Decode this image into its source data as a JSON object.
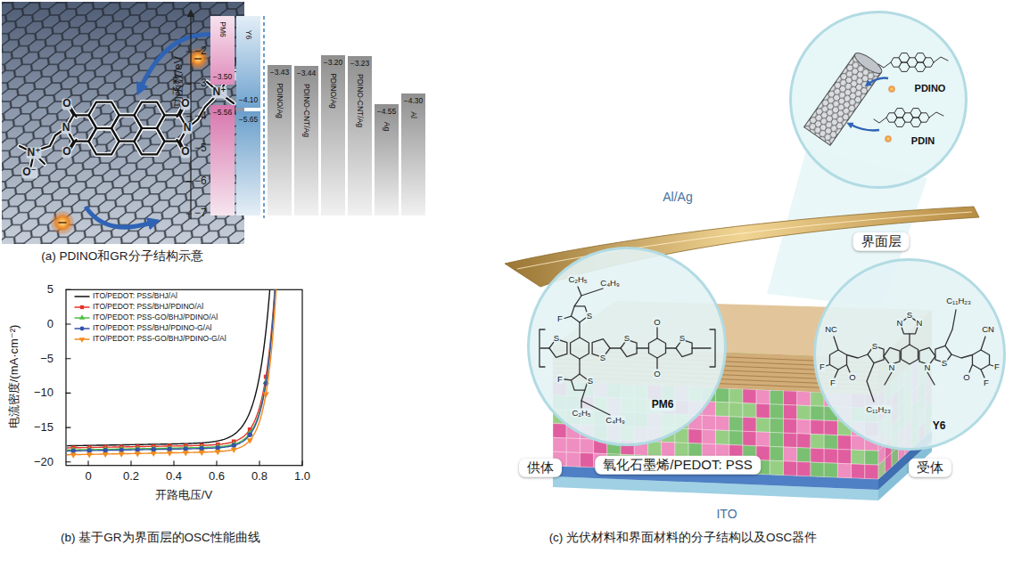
{
  "diagram": {
    "nodes": [
      {
        "text": [
          "PM6",
          "−3.50",
          "−5.56"
        ]
      },
      {
        "text": [
          "Y6",
          "−4.10",
          "−5.65"
        ]
      },
      {
        "text": [
          "PDINO/Ag",
          "−3.43"
        ]
      },
      {
        "text": [
          "PDINO-CNT/Ag",
          "−3.44"
        ]
      },
      {
        "text": [
          "PDINO/Ag",
          "−3.20"
        ]
      },
      {
        "text": [
          "PDINO-CNT/Ag",
          "−3.23"
        ]
      },
      {
        "text": [
          "Ag",
          "−4.55"
        ]
      },
      {
        "text": [
          "Al",
          "−4.30"
        ]
      },
      {
        "text": [
          "PDINO",
          "PDIN",
          "界面层"
        ]
      },
      {
        "text": [
          "PM6",
          "供体"
        ]
      },
      {
        "text": [
          "Y6",
          "受体"
        ]
      }
    ],
    "labels": [
      "(a) PDINO和GR分子结构示意",
      "O⁻",
      "N⁺",
      "O",
      "O",
      "N",
      "N",
      "O",
      "O",
      "N⁺",
      "O⁻",
      "电流密度/(mA·cm⁻²)",
      "5",
      "0",
      "−5",
      "−10",
      "−15",
      "−20",
      "0",
      "0.2",
      "0.4",
      "0.6",
      "0.8",
      "1.0",
      "开路电压/V",
      "(b) 基于GR为界面层的OSC性能曲线",
      "功函数/eV",
      "−2",
      "−3",
      "−4",
      "−5",
      "−6",
      "−7",
      "Al/Ag",
      "C₂H₅",
      "C₄H₉",
      "F",
      "S",
      "S",
      "S",
      "O",
      "S",
      "S",
      "O",
      "F",
      "S",
      "C₂H₅",
      "C₄H₉",
      "氧化石墨烯/PEDOT: PSS",
      "C₁₁H₂₃",
      "S",
      "N",
      "N",
      "NC",
      "CN",
      "S",
      "S",
      "N",
      "N",
      "F",
      "F",
      "O",
      "O",
      "F",
      "F",
      "C₁₁H₂₃",
      "ITO",
      "(c) 光伏材料和界面材料的分子结构以及OSC器件"
    ],
    "legend": [
      {
        "text": "ITO/PEDOT: PSS/BHJ/Al"
      },
      {
        "text": "ITO/PEDOT: PSS/BHJ/PDINO/Al"
      },
      {
        "text": "ITO/PEDOT: PSS-GO/BHJ/PDINO/Al"
      },
      {
        "text": "ITO/PEDOT: PSS/BHJ/PDINO-G/Al"
      },
      {
        "text": "ITO/PEDOT: PSS-GO/BHJ/PDINO-G/Al"
      }
    ]
  }
}
